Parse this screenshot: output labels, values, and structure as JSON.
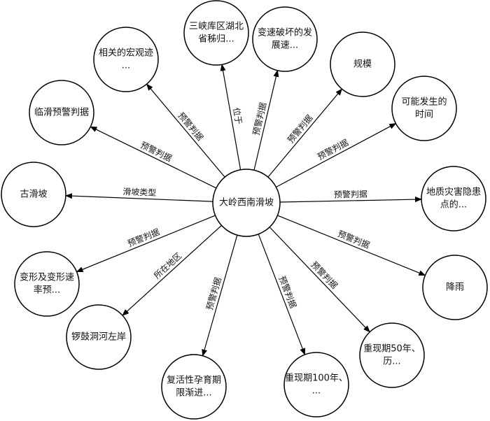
{
  "center": {
    "label": "大岭西南滑坡"
  },
  "nodes": [
    {
      "id": "n1",
      "lines": [
        "三峡库区湖北",
        "省秭归..."
      ],
      "edge": "位于"
    },
    {
      "id": "n2",
      "lines": [
        "变速破坏的发",
        "展速..."
      ],
      "edge": "预警判据"
    },
    {
      "id": "n3",
      "lines": [
        "规模"
      ],
      "edge": "预警判据"
    },
    {
      "id": "n4",
      "lines": [
        "可能发生的",
        "时间"
      ],
      "edge": "预警判据"
    },
    {
      "id": "n5",
      "lines": [
        "地质灾害隐患",
        "点的..."
      ],
      "edge": "预警判据"
    },
    {
      "id": "n6",
      "lines": [
        "降雨"
      ],
      "edge": "预警判据"
    },
    {
      "id": "n7",
      "lines": [
        "重现期50年、",
        "历..."
      ],
      "edge": "预警判据"
    },
    {
      "id": "n8",
      "lines": [
        "重现期100年、",
        "..."
      ],
      "edge": "预警判据"
    },
    {
      "id": "n9",
      "lines": [
        "复活性孕育期",
        "限渐进..."
      ],
      "edge": "预警判据"
    },
    {
      "id": "n10",
      "lines": [
        "锣鼓洞河左岸"
      ],
      "edge": "所在地区"
    },
    {
      "id": "n11",
      "lines": [
        "变形及变形速",
        "率预..."
      ],
      "edge": "预警判据"
    },
    {
      "id": "n12",
      "lines": [
        "古滑坡"
      ],
      "edge": "滑坡类型"
    },
    {
      "id": "n13",
      "lines": [
        "临滑预警判据"
      ],
      "edge": "预警判据"
    },
    {
      "id": "n14",
      "lines": [
        "相关的宏观迹",
        "..."
      ],
      "edge": "预警判据"
    }
  ]
}
